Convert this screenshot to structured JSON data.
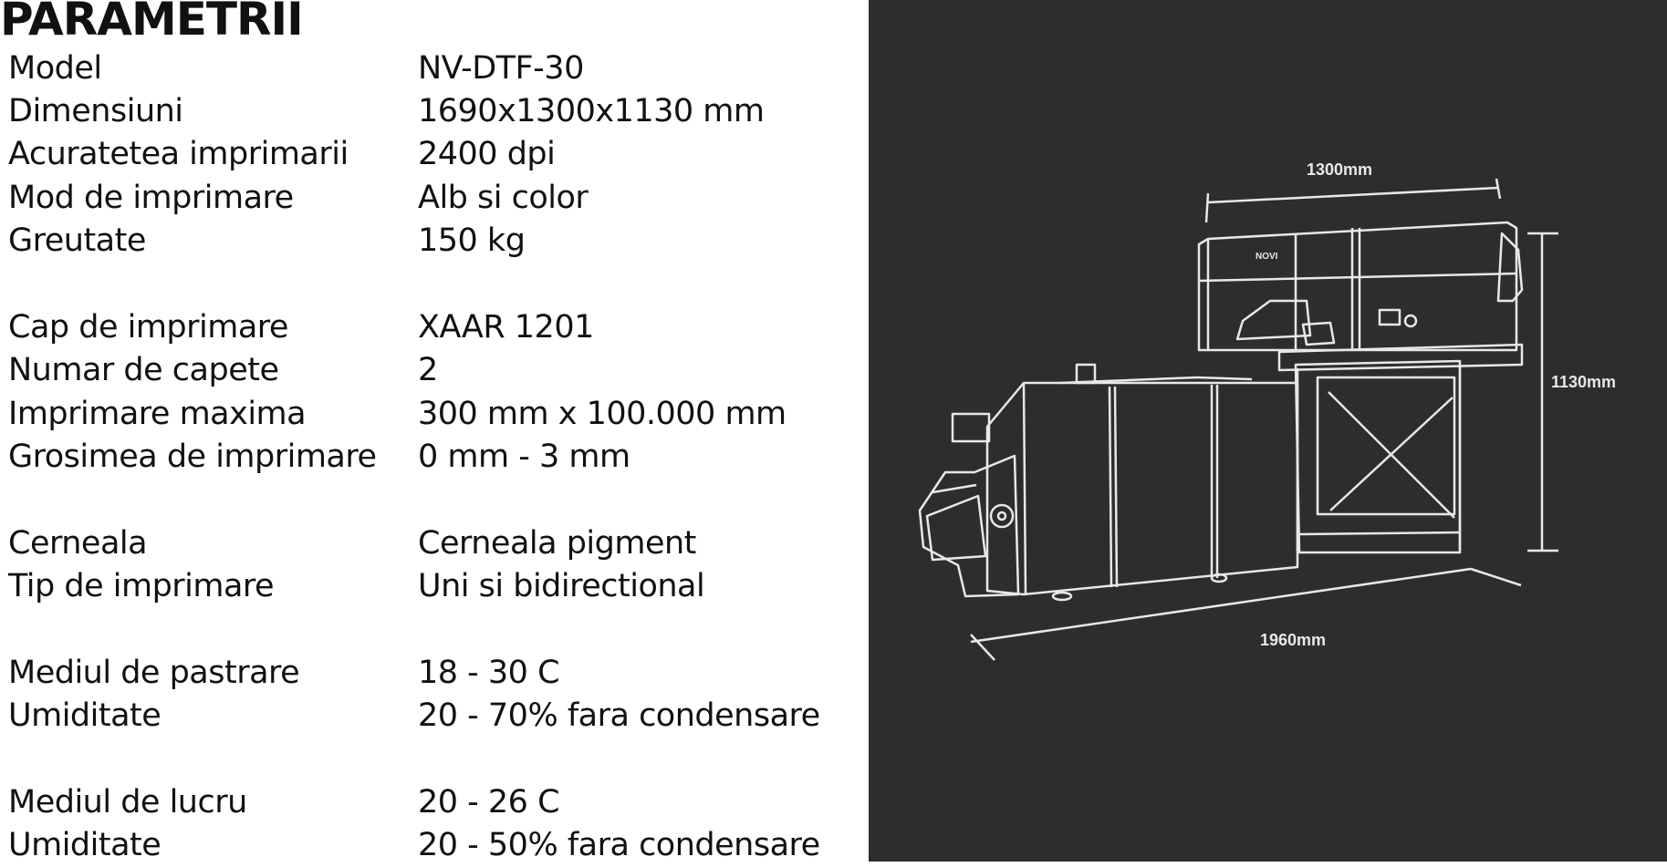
{
  "title": "PARAMETRII",
  "specs": [
    {
      "label": "Model",
      "value": "NV-DTF-30"
    },
    {
      "label": "Dimensiuni",
      "value": "1690x1300x1130 mm"
    },
    {
      "label": "Acuratetea imprimarii",
      "value": "2400 dpi"
    },
    {
      "label": "Mod de imprimare",
      "value": "Alb si color"
    },
    {
      "label": "Greutate",
      "value": "150 kg"
    },
    {
      "label": "Cap de imprimare",
      "value": "XAAR 1201"
    },
    {
      "label": "Numar de capete",
      "value": "2"
    },
    {
      "label": "Imprimare maxima",
      "value": "300 mm x 100.000 mm"
    },
    {
      "label": "Grosimea de imprimare",
      "value": "0 mm - 3 mm"
    },
    {
      "label": "Cerneala",
      "value": "Cerneala pigment"
    },
    {
      "label": "Tip de imprimare",
      "value": "Uni si bidirectional"
    },
    {
      "label": "Mediul de pastrare",
      "value": "18 - 30 C"
    },
    {
      "label": "Umiditate",
      "value": "20 - 70% fara condensare"
    },
    {
      "label": "Mediul de lucru",
      "value": "20 - 26 C"
    },
    {
      "label": "Umiditate",
      "value": "20 - 50% fara condensare"
    }
  ],
  "diagram": {
    "width_label": "1300mm",
    "height_label": "1130mm",
    "length_label": "1960mm",
    "brand_mark": "NOVI"
  },
  "colors": {
    "text": "#111111",
    "panel_background": "#2d2d2d",
    "line_art": "#e8e8e8"
  }
}
